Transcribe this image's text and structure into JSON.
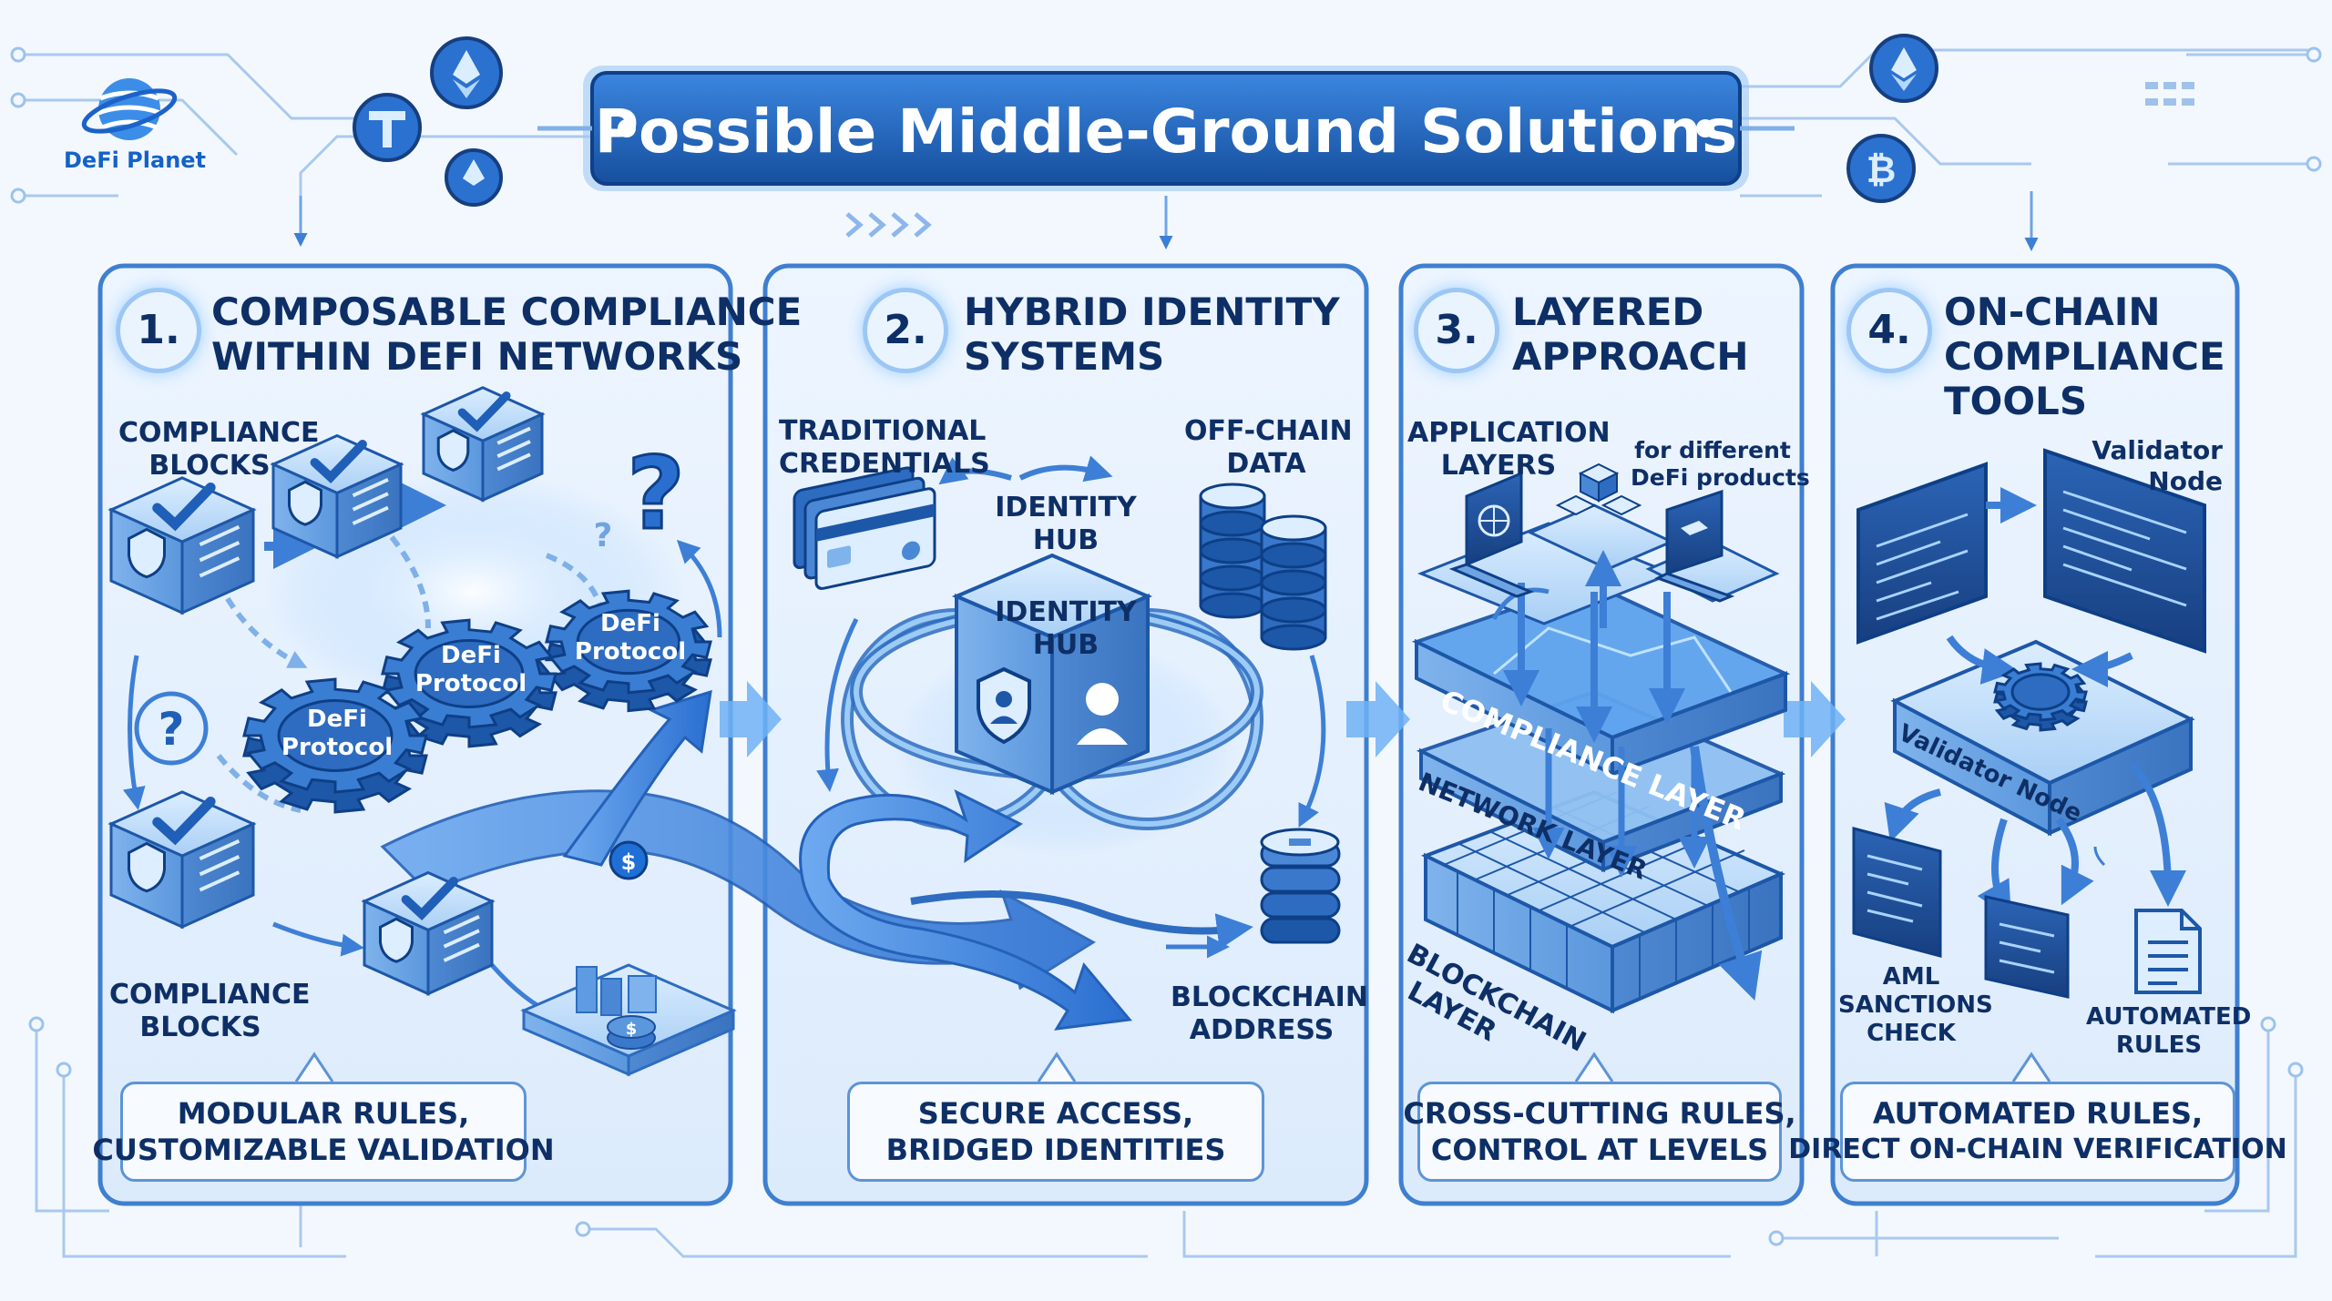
{
  "title": "Possible Middle-Ground Solutions",
  "logo": {
    "text": "DeFi Planet",
    "icon": "globe-logo-icon"
  },
  "panels": [
    {
      "number": "1.",
      "title_lines": [
        "COMPOSABLE COMPLIANCE",
        "WITHIN DEFI NETWORKS"
      ],
      "labels": {
        "compliance_blocks_top": [
          "COMPLIANCE",
          "BLOCKS"
        ],
        "compliance_blocks_bottom": [
          "COMPLIANCE",
          "BLOCKS"
        ],
        "gear_1": [
          "DeFi",
          "Protocol"
        ],
        "gear_2": [
          "DeFi",
          "Protocol"
        ],
        "gear_3": [
          "DeFi",
          "Protocol"
        ]
      },
      "footer_lines": [
        "MODULAR RULES,",
        "CUSTOMIZABLE VALIDATION"
      ]
    },
    {
      "number": "2.",
      "title_lines": [
        "HYBRID IDENTITY",
        "SYSTEMS"
      ],
      "labels": {
        "traditional": [
          "TRADITIONAL",
          "CREDENTIALS"
        ],
        "offchain": [
          "OFF-CHAIN",
          "DATA"
        ],
        "hub_top": [
          "IDENTITY",
          "HUB"
        ],
        "hub_cube": [
          "IDENTITY",
          "HUB"
        ],
        "blockchain": [
          "BLOCKCHAIN",
          "ADDRESS"
        ]
      },
      "footer_lines": [
        "SECURE ACCESS,",
        "BRIDGED IDENTITIES"
      ]
    },
    {
      "number": "3.",
      "title_lines": [
        "LAYERED",
        "APPROACH"
      ],
      "labels": {
        "application": [
          "APPLICATION",
          "LAYERS"
        ],
        "for_different": [
          "for different",
          "DeFi products"
        ],
        "compliance_layer": "COMPLIANCE LAYER",
        "network_layer": "NETWORK LAYER",
        "blockchain_layer": [
          "BLOCKCHAIN",
          "LAYER"
        ]
      },
      "footer_lines": [
        "CROSS-CUTTING RULES,",
        "CONTROL AT LEVELS"
      ]
    },
    {
      "number": "4.",
      "title_lines": [
        "ON-CHAIN",
        "COMPLIANCE",
        "TOOLS"
      ],
      "labels": {
        "validator_top": [
          "Validator",
          "Node"
        ],
        "validator_box": "Validator Node",
        "aml": [
          "AML",
          "SANCTIONS",
          "CHECK"
        ],
        "automated": [
          "AUTOMATED",
          "RULES"
        ]
      },
      "footer_lines": [
        "AUTOMATED RULES,",
        "DIRECT ON-CHAIN VERIFICATION"
      ]
    }
  ],
  "colors": {
    "background": "#f3f8fe",
    "panel_fill": "#e6f1fd",
    "panel_border": "#3f7fd0",
    "accent": "#1f6fd6",
    "title_bar": "#1d5fb8",
    "text_dark": "#0e2f66"
  }
}
